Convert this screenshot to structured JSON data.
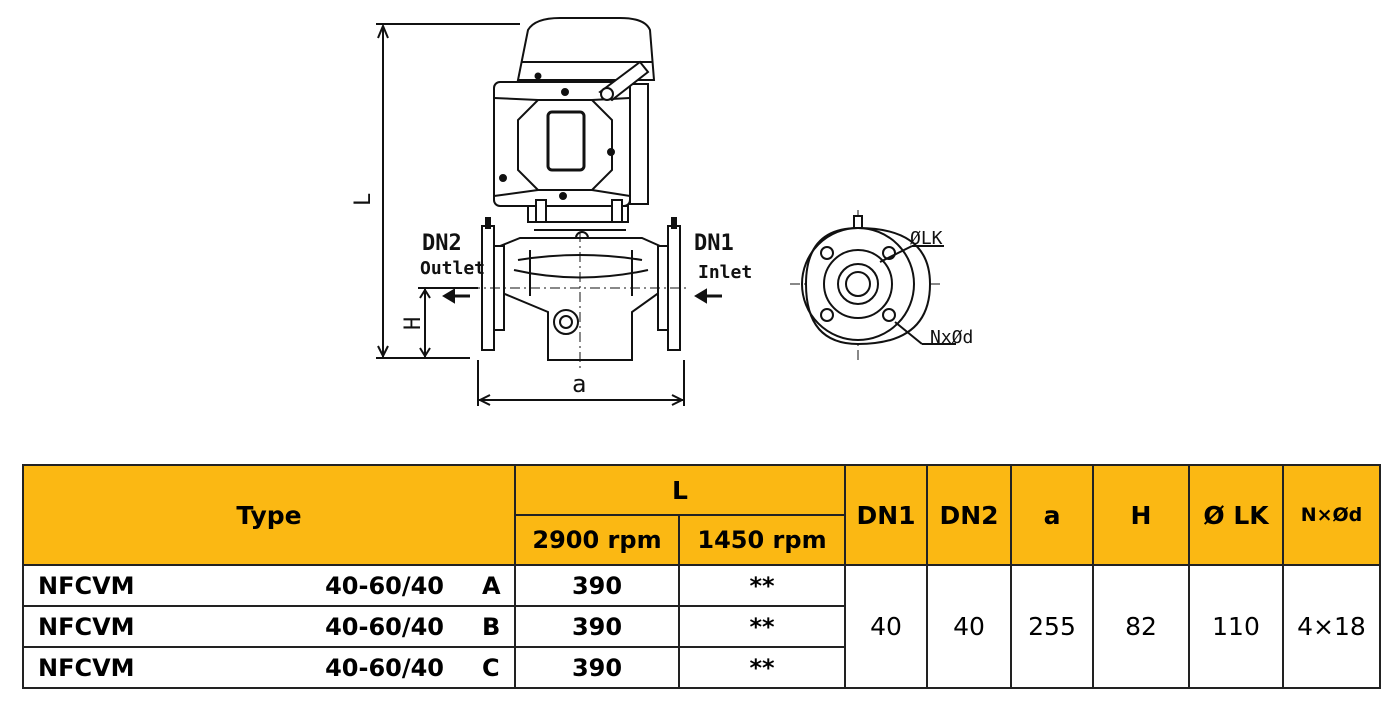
{
  "drawing": {
    "labels": {
      "dim_length": "L",
      "dim_height": "H",
      "dim_width": "a",
      "outlet_nominal": "DN2",
      "outlet_text": "Outlet",
      "inlet_nominal": "DN1",
      "inlet_text": "Inlet",
      "bolt_circle": "ØLK",
      "bolt_holes": "NxØd"
    }
  },
  "table": {
    "headers": {
      "type": "Type",
      "length": "L",
      "rpm_2900": "2900 rpm",
      "rpm_1450": "1450 rpm",
      "dn1": "DN1",
      "dn2": "DN2",
      "a": "a",
      "h": "H",
      "lk": "Ø LK",
      "nd": "N×Ød"
    },
    "rows": [
      {
        "name": "NFCVM",
        "size": "40-60/40",
        "variant": "A",
        "l_2900": "390",
        "l_1450": "**"
      },
      {
        "name": "NFCVM",
        "size": "40-60/40",
        "variant": "B",
        "l_2900": "390",
        "l_1450": "**"
      },
      {
        "name": "NFCVM",
        "size": "40-60/40",
        "variant": "C",
        "l_2900": "390",
        "l_1450": "**"
      }
    ],
    "shared": {
      "dn1": "40",
      "dn2": "40",
      "a": "255",
      "h": "82",
      "lk": "110",
      "nd": "4×18"
    }
  }
}
